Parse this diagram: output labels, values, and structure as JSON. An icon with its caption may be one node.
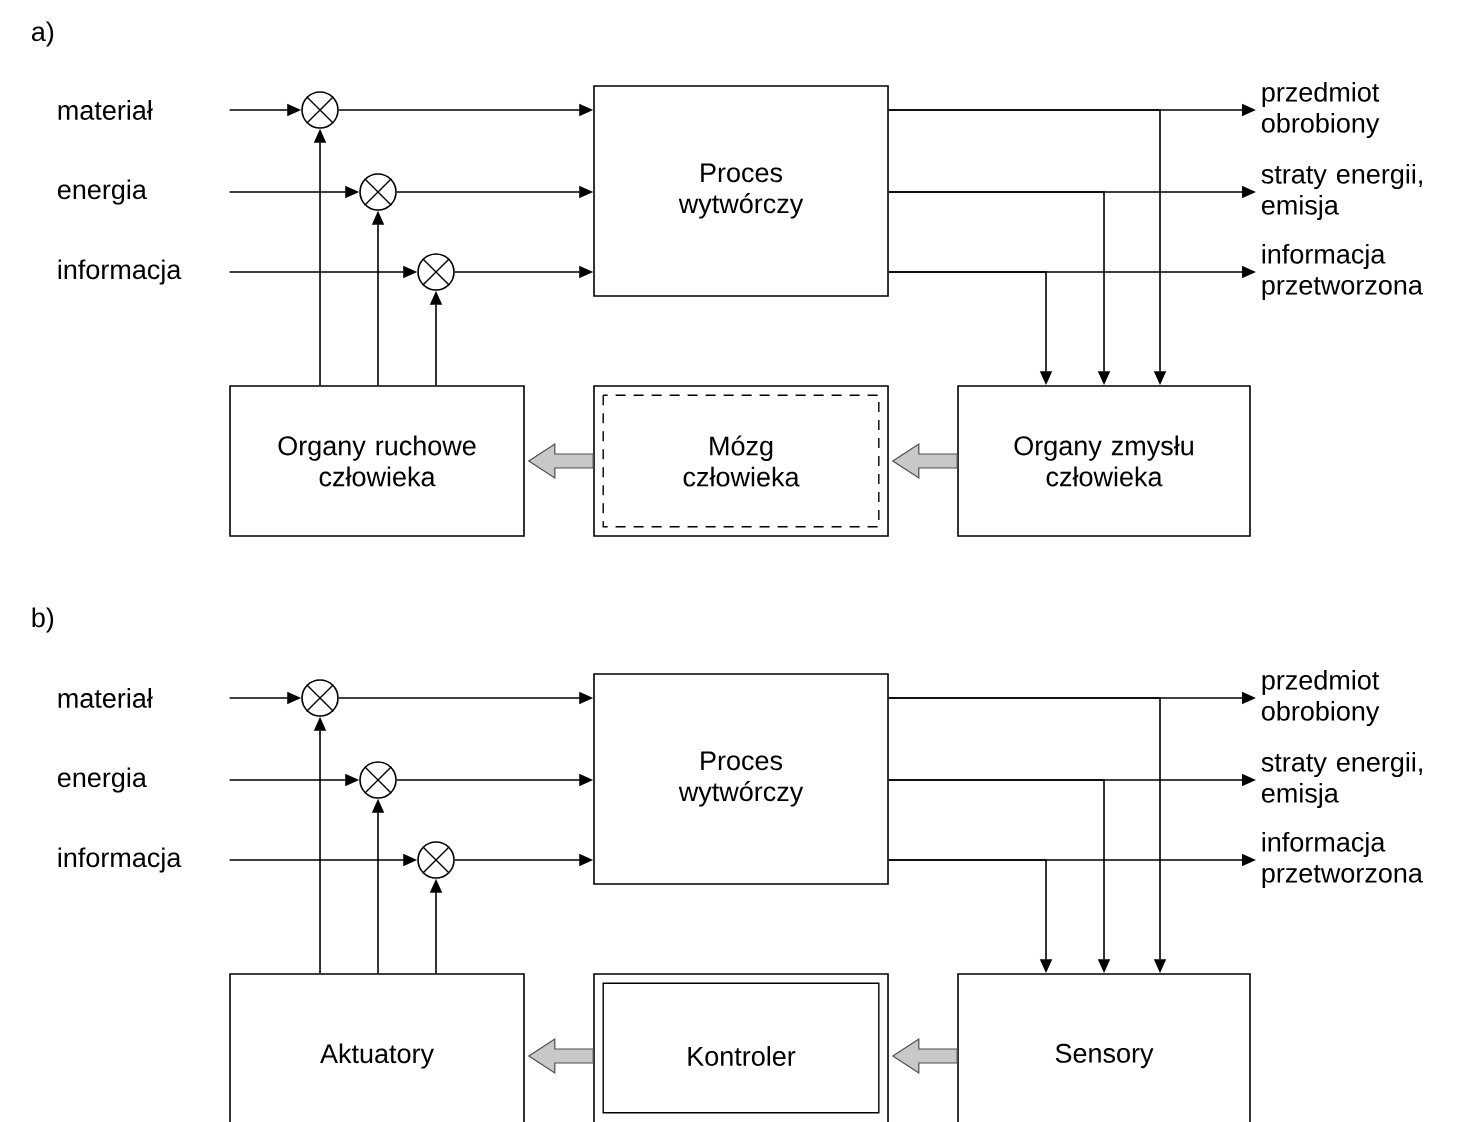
{
  "diagram": {
    "nodes": [
      {
        "text": [
          "materiał"
        ]
      },
      {
        "text": [],
        "shape": "circle"
      },
      {
        "text": [
          "energia"
        ]
      },
      {
        "text": [],
        "shape": "circle"
      },
      {
        "text": [
          "informacja"
        ]
      },
      {
        "text": [],
        "shape": "circle"
      },
      {
        "text": [
          "Proces wytwórczy"
        ]
      },
      {
        "text": [
          "przedmiot obrobiony"
        ]
      },
      {
        "text": [
          "straty energii, emisja"
        ]
      },
      {
        "text": [
          "informacja przetworzona"
        ]
      },
      {
        "text": [
          "Organy ruchowe człowieka"
        ]
      },
      {
        "text": [
          "Mózg człowieka"
        ]
      },
      {
        "text": [
          "Organy zmysłu człowieka"
        ]
      },
      {
        "text": [
          "materiał"
        ]
      },
      {
        "text": [],
        "shape": "circle"
      },
      {
        "text": [
          "energia"
        ]
      },
      {
        "text": [],
        "shape": "circle"
      },
      {
        "text": [
          "informacja"
        ]
      },
      {
        "text": [],
        "shape": "circle"
      },
      {
        "text": [
          "Proces wytwórczy"
        ]
      },
      {
        "text": [
          "przedmiot obrobiony"
        ]
      },
      {
        "text": [
          "straty energii, emisja"
        ]
      },
      {
        "text": [
          "informacja przetworzona"
        ]
      },
      {
        "text": [
          "Aktuatory"
        ]
      },
      {
        "text": [
          "Kontroler"
        ]
      },
      {
        "text": [
          "Sensory"
        ]
      }
    ],
    "edges": [
      {
        "from": 0,
        "to": 1,
        "arrow": "to"
      },
      {
        "from": 2,
        "to": 3,
        "arrow": "to"
      },
      {
        "from": 4,
        "to": 5,
        "arrow": "to"
      },
      {
        "from": 1,
        "to": 6,
        "arrow": "to"
      },
      {
        "from": 3,
        "to": 6,
        "arrow": "to"
      },
      {
        "from": 5,
        "to": 6,
        "arrow": "to"
      },
      {
        "from": 6,
        "to": 7,
        "arrow": "to"
      },
      {
        "from": 6,
        "to": 8,
        "arrow": "to"
      },
      {
        "from": 6,
        "to": 9,
        "arrow": "to"
      },
      {
        "from": 6,
        "to": 12,
        "arrow": "to"
      },
      {
        "from": 6,
        "to": 12,
        "arrow": "to"
      },
      {
        "from": 6,
        "to": 12,
        "arrow": "to"
      },
      {
        "from": 10,
        "to": 1,
        "arrow": "to"
      },
      {
        "from": 10,
        "to": 3,
        "arrow": "to"
      },
      {
        "from": 10,
        "to": 5,
        "arrow": "to"
      },
      {
        "from": 12,
        "to": 11,
        "arrow": "to",
        "style": "thick",
        "color": "#c8c8c8"
      },
      {
        "from": 11,
        "to": 10,
        "arrow": "to",
        "style": "thick",
        "color": "#c8c8c8"
      },
      {
        "from": 13,
        "to": 14,
        "arrow": "to"
      },
      {
        "from": 15,
        "to": 16,
        "arrow": "to"
      },
      {
        "from": 17,
        "to": 18,
        "arrow": "to"
      },
      {
        "from": 14,
        "to": 19,
        "arrow": "to"
      },
      {
        "from": 16,
        "to": 19,
        "arrow": "to"
      },
      {
        "from": 18,
        "to": 19,
        "arrow": "to"
      },
      {
        "from": 19,
        "to": 20,
        "arrow": "to"
      },
      {
        "from": 19,
        "to": 21,
        "arrow": "to"
      },
      {
        "from": 19,
        "to": 22,
        "arrow": "to"
      },
      {
        "from": 19,
        "to": 25,
        "arrow": "to"
      },
      {
        "from": 19,
        "to": 25,
        "arrow": "to"
      },
      {
        "from": 19,
        "to": 25,
        "arrow": "to"
      },
      {
        "from": 23,
        "to": 14,
        "arrow": "to"
      },
      {
        "from": 23,
        "to": 16,
        "arrow": "to"
      },
      {
        "from": 23,
        "to": 18,
        "arrow": "to"
      },
      {
        "from": 25,
        "to": 24,
        "arrow": "to",
        "style": "thick",
        "color": "#c8c8c8"
      },
      {
        "from": 24,
        "to": 23,
        "arrow": "to",
        "style": "thick",
        "color": "#c8c8c8"
      }
    ],
    "labels": [
      "a)",
      "b)"
    ]
  }
}
